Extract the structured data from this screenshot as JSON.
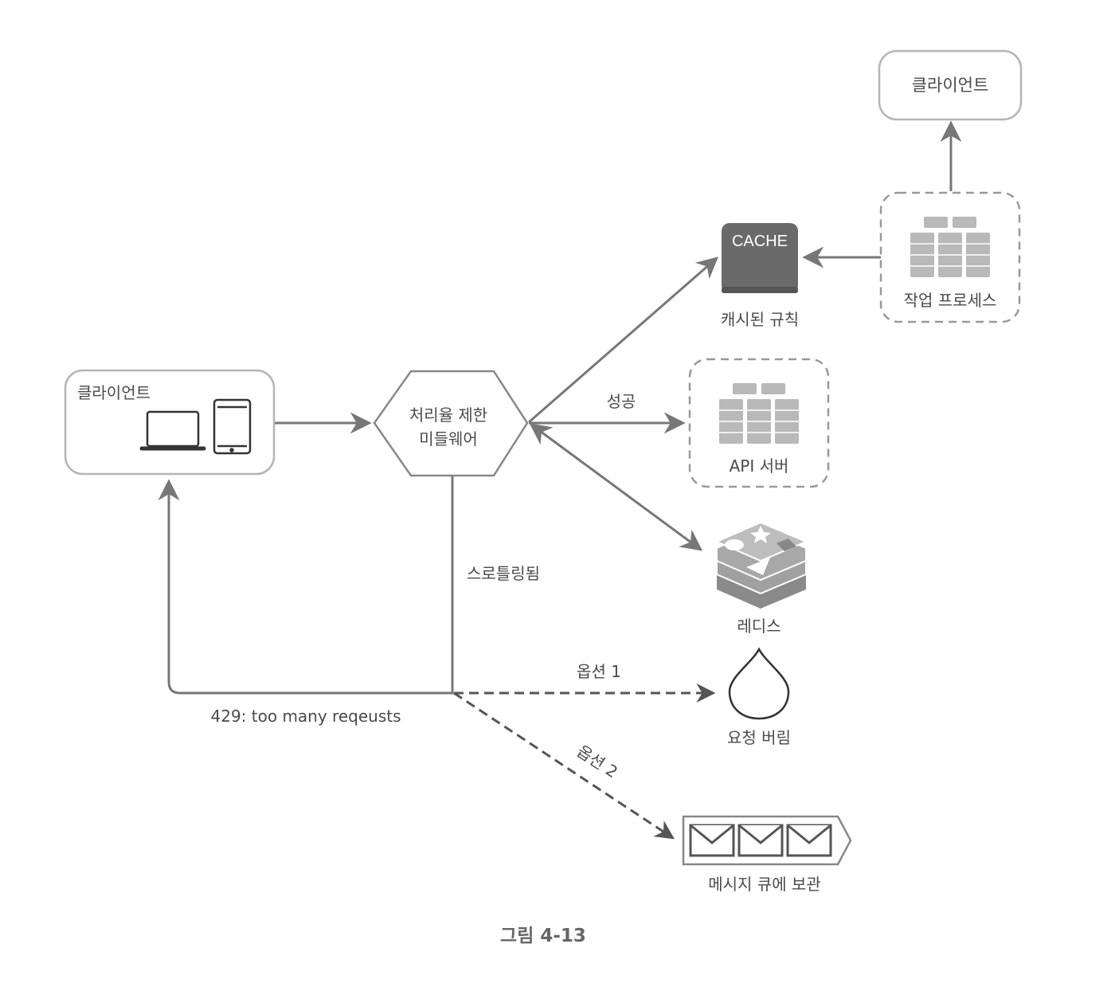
{
  "labels": {
    "client_left": "클라이언트",
    "client_top": "클라이언트",
    "middleware_line1": "처리율 제한",
    "middleware_line2": "미들웨어",
    "cache_badge": "CACHE",
    "cached_rules": "캐시된 규칙",
    "worker": "작업 프로세스",
    "api_server": "API 서버",
    "success": "성공",
    "redis": "레디스",
    "throttled": "스로틀링됨",
    "option1": "옵션 1",
    "option2": "옵션 2",
    "drop_request": "요청 버림",
    "response_429": "429: too many reqeusts",
    "message_queue": "메시지 큐에 보관",
    "figure_caption": "그림 4-13"
  },
  "icons": {
    "laptop": "laptop-icon",
    "tablet": "tablet-icon",
    "server": "server-icon",
    "redis": "redis-icon",
    "drop": "drop-icon",
    "envelope": "envelope-icon"
  },
  "colors": {
    "line": "#777777",
    "box_border": "#b5b5b5",
    "cache_fill": "#6a6a6a",
    "server_fill": "#b9b9b9",
    "redis_fill": "#9a9a9a"
  }
}
